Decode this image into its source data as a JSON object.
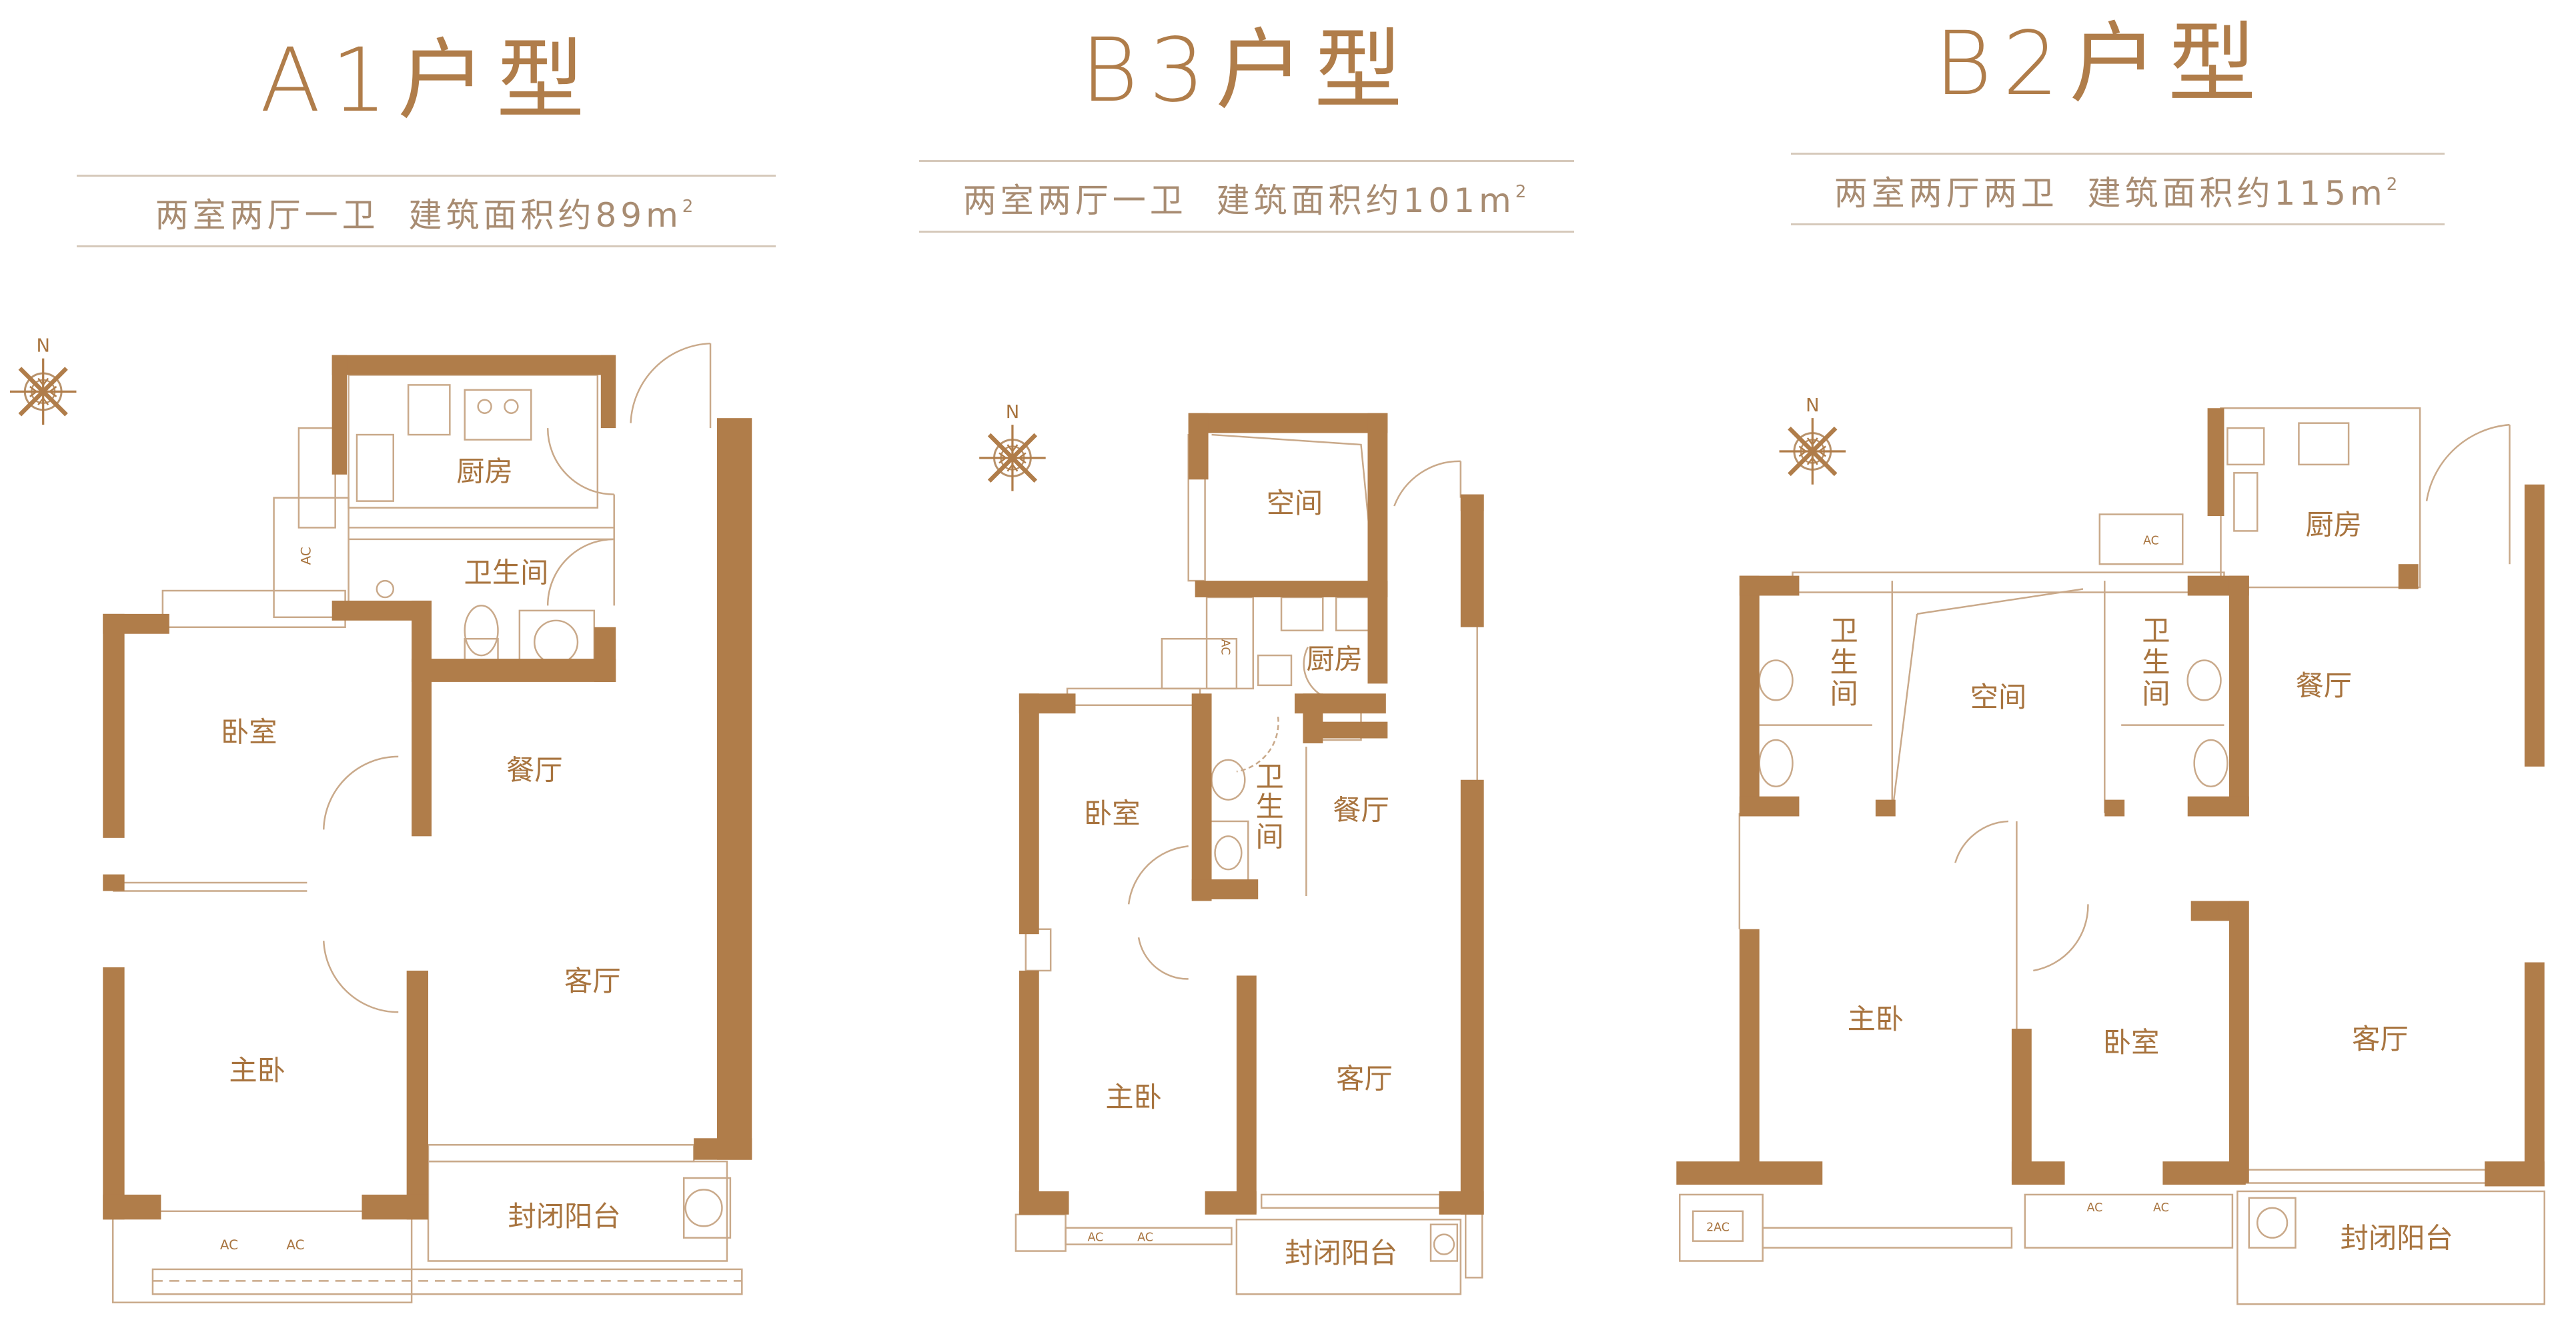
{
  "colors": {
    "accent": "#b07d4a",
    "wall": "#b07d4a",
    "thin_line": "#c9a98a",
    "rule_line": "#d6c9bb",
    "subtitle_text": "#a88c72",
    "background": "#ffffff"
  },
  "compass": {
    "north_label": "N",
    "icon": "compass-rose-icon"
  },
  "plans": [
    {
      "id": "A1",
      "title": "A1户型",
      "layout": "两室两厅一卫",
      "area_label": "建筑面积约",
      "area_value": "89",
      "area_unit": "m",
      "area_unit_sup": "2",
      "rooms": {
        "kitchen": "厨房",
        "bathroom": "卫生间",
        "bedroom": "卧室",
        "dining": "餐厅",
        "living": "客厅",
        "master_bedroom": "主卧",
        "balcony": "封闭阳台"
      },
      "fixtures": {
        "ac_1": "AC",
        "ac_2": "AC",
        "ac_3": "AC"
      }
    },
    {
      "id": "B3",
      "title": "B3户型",
      "layout": "两室两厅一卫",
      "area_label": "建筑面积约",
      "area_value": "101",
      "area_unit": "m",
      "area_unit_sup": "2",
      "rooms": {
        "space": "空间",
        "kitchen": "厨房",
        "bedroom": "卧室",
        "bathroom": "卫生间",
        "dining": "餐厅",
        "master_bedroom": "主卧",
        "living": "客厅",
        "balcony": "封闭阳台"
      },
      "fixtures": {
        "ac_1": "AC",
        "ac_2": "AC",
        "ac_3": "AC"
      }
    },
    {
      "id": "B2",
      "title": "B2户型",
      "layout": "两室两厅两卫",
      "area_label": "建筑面积约",
      "area_value": "115",
      "area_unit": "m",
      "area_unit_sup": "2",
      "rooms": {
        "kitchen": "厨房",
        "bathroom_1": "卫生间",
        "space": "空间",
        "bathroom_2": "卫生间",
        "dining": "餐厅",
        "master_bedroom": "主卧",
        "bedroom": "卧室",
        "living": "客厅",
        "balcony": "封闭阳台"
      },
      "fixtures": {
        "ac_1": "AC",
        "ac_2": "2AC",
        "ac_3": "AC",
        "ac_4": "AC"
      }
    }
  ]
}
